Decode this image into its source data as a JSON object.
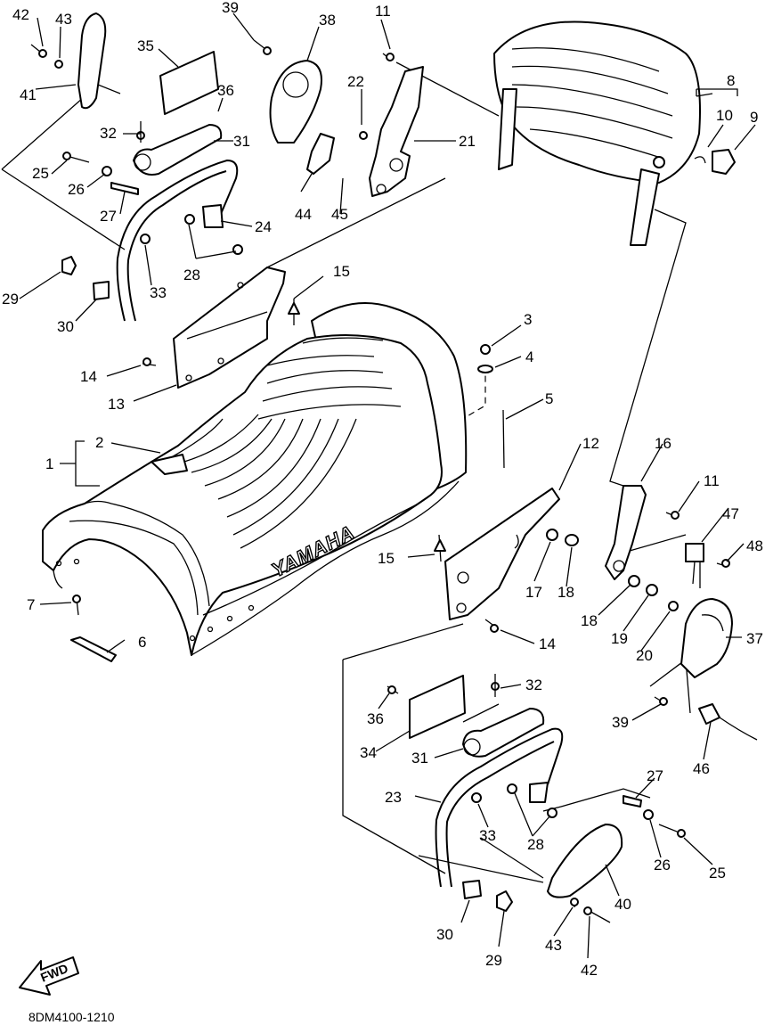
{
  "diagram": {
    "callouts": {
      "c1": "1",
      "c2": "2",
      "c3": "3",
      "c4": "4",
      "c5": "5",
      "c6": "6",
      "c7": "7",
      "c8": "8",
      "c9": "9",
      "c10": "10",
      "c11a": "11",
      "c11b": "11",
      "c12": "12",
      "c13": "13",
      "c14a": "14",
      "c14b": "14",
      "c15a": "15",
      "c15b": "15",
      "c16": "16",
      "c17": "17",
      "c18a": "18",
      "c18b": "18",
      "c19": "19",
      "c20": "20",
      "c21": "21",
      "c22": "22",
      "c23": "23",
      "c24": "24",
      "c25a": "25",
      "c25b": "25",
      "c26a": "26",
      "c26b": "26",
      "c27a": "27",
      "c27b": "27",
      "c28a": "28",
      "c28b": "28",
      "c29a": "29",
      "c29b": "29",
      "c30a": "30",
      "c30b": "30",
      "c31a": "31",
      "c31b": "31",
      "c32a": "32",
      "c32b": "32",
      "c33a": "33",
      "c33b": "33",
      "c34": "34",
      "c35": "35",
      "c36a": "36",
      "c36b": "36",
      "c37": "37",
      "c38": "38",
      "c39a": "39",
      "c39b": "39",
      "c40": "40",
      "c41": "41",
      "c42a": "42",
      "c42b": "42",
      "c43a": "43",
      "c43b": "43",
      "c44": "44",
      "c45": "45",
      "c46": "46",
      "c47": "47",
      "c48": "48"
    },
    "seat_brand": "YAMAHA",
    "fwd_arrow": "FWD",
    "drawing_code": "8DM4100-1210"
  }
}
